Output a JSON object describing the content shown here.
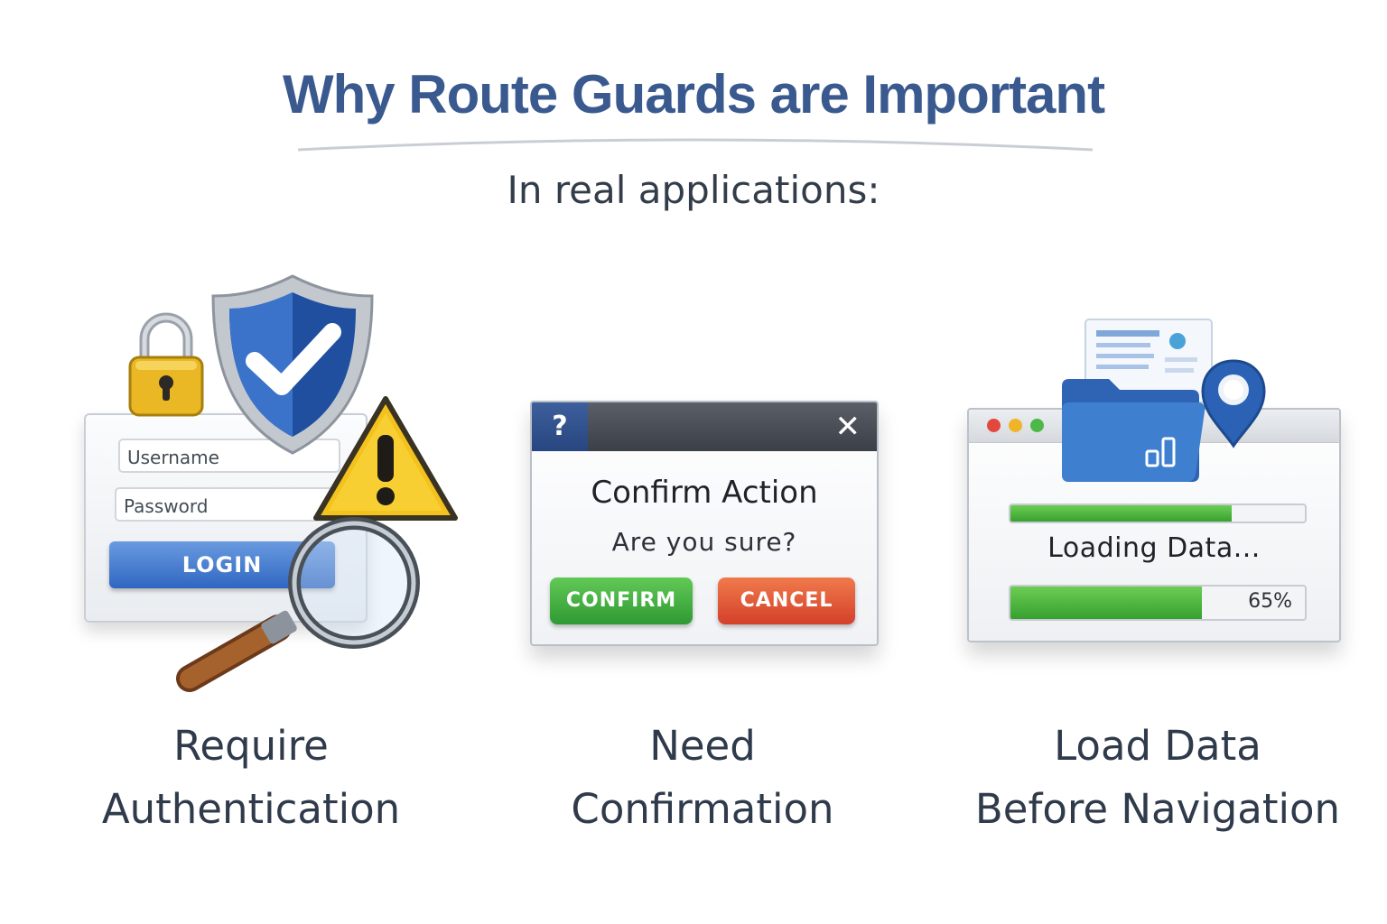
{
  "title": "Why Route Guards are Important",
  "subtitle": "In real applications:",
  "panels": [
    {
      "caption_line1": "Require",
      "caption_line2": "Authentication",
      "username_placeholder": "Username",
      "password_placeholder": "Password",
      "login_label": "LOGIN"
    },
    {
      "caption_line1": "Need",
      "caption_line2": "Confirmation",
      "help_glyph": "?",
      "close_glyph": "✕",
      "dialog_title": "Confirm Action",
      "dialog_text": "Are you sure?",
      "confirm_label": "CONFIRM",
      "cancel_label": "CANCEL"
    },
    {
      "caption_line1": "Load Data",
      "caption_line2": "Before Navigation",
      "loading_text": "Loading Data...",
      "top_progress": 0.75,
      "progress_percent": 65,
      "progress_label": "65%"
    }
  ],
  "colors": {
    "title": "#3a5a8f",
    "login_blue": "#2f66c1",
    "confirm_green": "#2f9a33",
    "cancel_red": "#d4402a",
    "progress_green": "#36a02f",
    "shield_blue": "#1f4f9e",
    "lock_yellow": "#e9b824"
  },
  "icons": [
    "padlock-icon",
    "shield-check-icon",
    "warning-icon",
    "magnifier-icon",
    "document-icon",
    "folder-icon",
    "location-pin-icon"
  ]
}
